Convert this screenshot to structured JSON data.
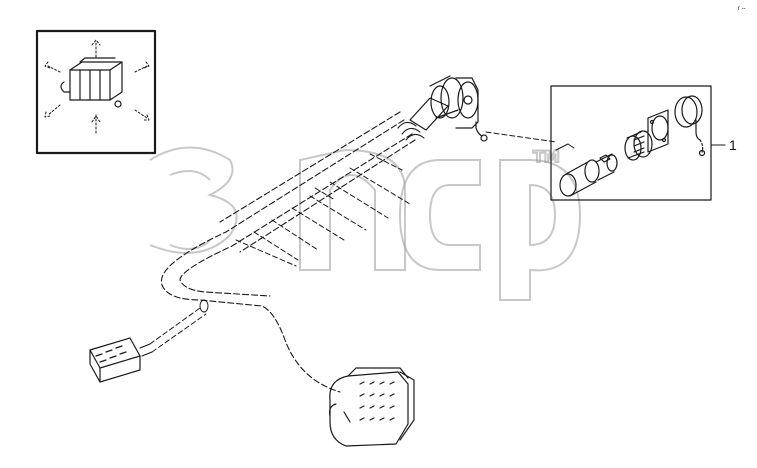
{
  "callouts": [
    {
      "id": "callout-1",
      "label": "1"
    }
  ],
  "corner_mark": "r --",
  "colors": {
    "line": "#1a1a1a",
    "watermark": "#9a9a9a",
    "background": "#ffffff"
  }
}
